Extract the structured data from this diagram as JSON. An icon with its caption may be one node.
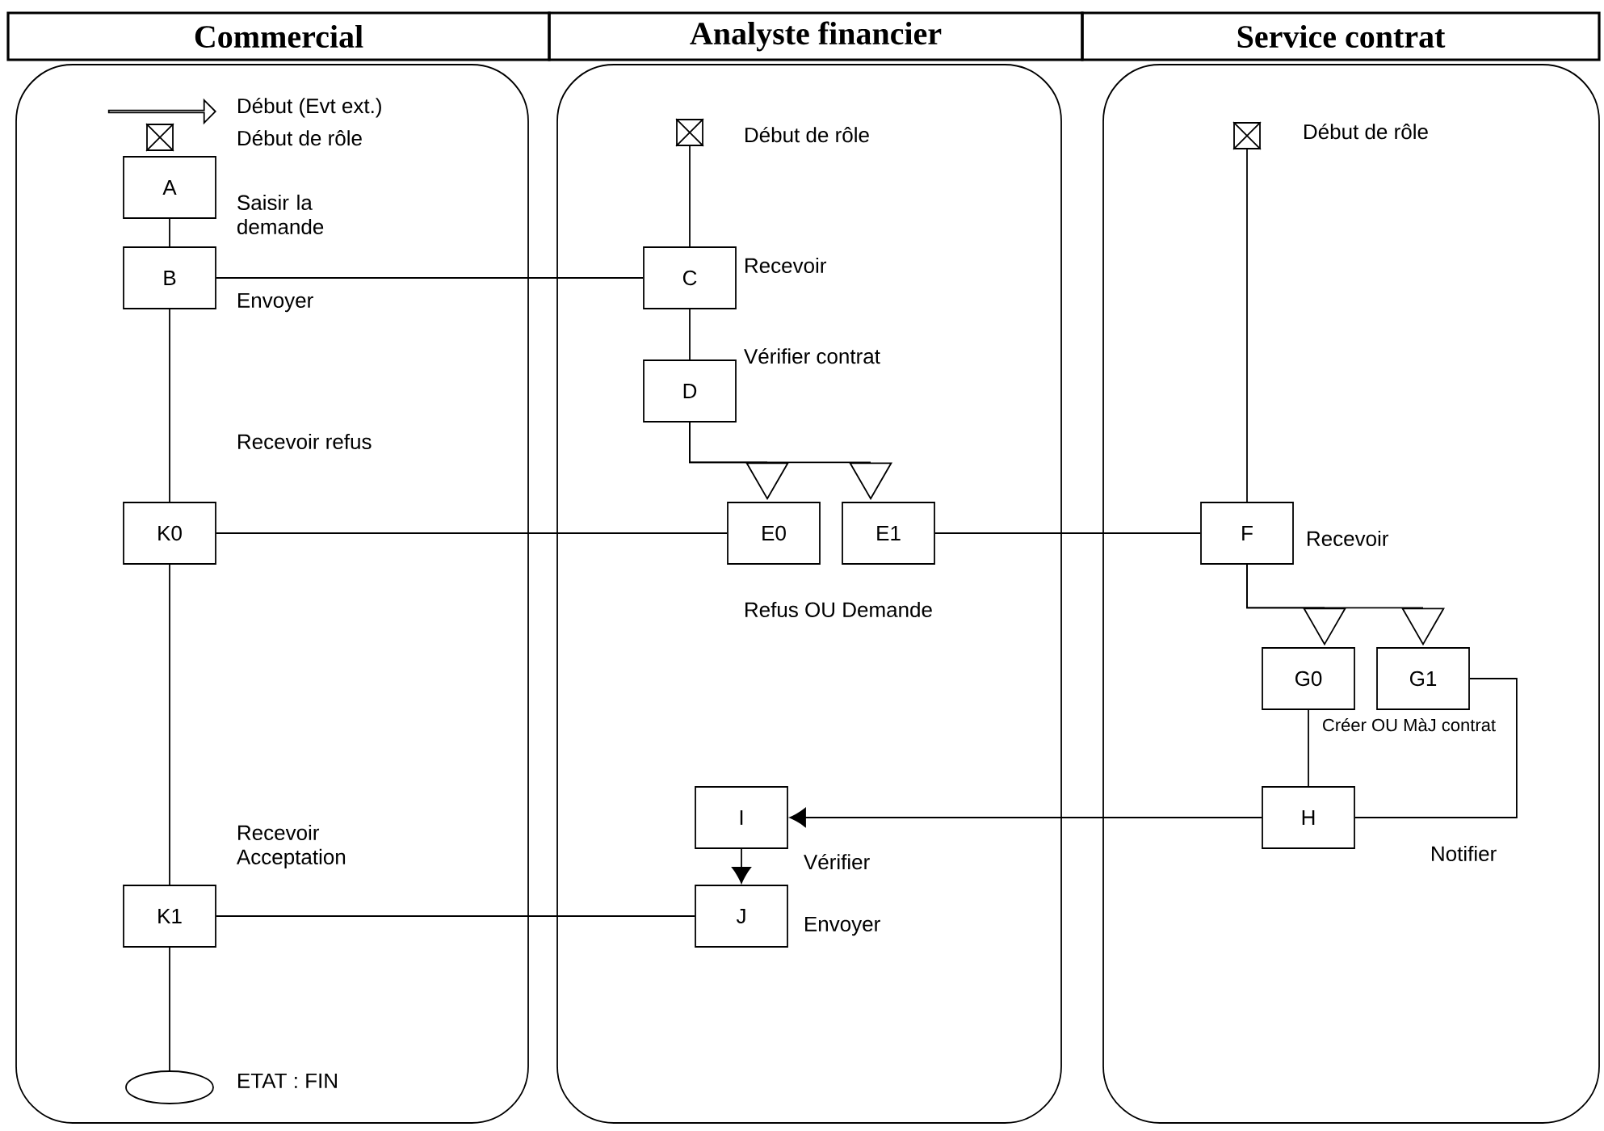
{
  "diagram": {
    "nodes": [
      {
        "text": [
          "Commercial"
        ]
      },
      {
        "text": [
          "Analyste financier"
        ]
      },
      {
        "text": [
          "Service contrat"
        ]
      },
      {
        "text": [],
        "shape": "arrow",
        "in": 0,
        "beside": [
          "Début (Evt ext.)"
        ]
      },
      {
        "text": [],
        "shape": "box",
        "in": 0
      },
      {
        "text": [
          "A"
        ],
        "in": 0,
        "beside": [
          "Saisir la demande"
        ]
      },
      {
        "text": [
          "B"
        ],
        "in": 0,
        "beside": [
          "Envoyer"
        ]
      },
      {
        "text": [
          "K0"
        ],
        "in": 0,
        "beside": [
          "Recevoir refus"
        ]
      },
      {
        "text": [
          "K1"
        ],
        "in": 0,
        "beside": [
          "Recevoir Acceptation"
        ]
      },
      {
        "text": [],
        "shape": "ellipse",
        "in": 0,
        "beside": [
          "ETAT : FIN"
        ]
      },
      {
        "text": [],
        "shape": "box",
        "in": 1,
        "beside": [
          "Début de rôle"
        ]
      },
      {
        "text": [
          "C"
        ],
        "in": 1,
        "beside": [
          "Recevoir"
        ]
      },
      {
        "text": [
          "D"
        ],
        "in": 1,
        "beside": [
          "Vérifier contrat"
        ]
      },
      {
        "text": [],
        "shape": "triangle",
        "in": 1
      },
      {
        "text": [],
        "shape": "triangle",
        "in": 1
      },
      {
        "text": [
          "E0"
        ],
        "in": 1
      },
      {
        "text": [
          "E1"
        ],
        "in": 1
      },
      {
        "text": [
          "I"
        ],
        "in": 1,
        "beside": [
          "Vérifier"
        ]
      },
      {
        "text": [
          "J"
        ],
        "in": 1,
        "beside": [
          "Envoyer"
        ]
      },
      {
        "text": [],
        "shape": "box",
        "in": 2,
        "beside": [
          "Début de rôle"
        ]
      },
      {
        "text": [
          "F"
        ],
        "in": 2,
        "beside": [
          "Recevoir"
        ]
      },
      {
        "text": [],
        "shape": "triangle",
        "in": 2
      },
      {
        "text": [],
        "shape": "triangle",
        "in": 2
      },
      {
        "text": [
          "G0"
        ],
        "in": 2
      },
      {
        "text": [
          "G1"
        ],
        "in": 2
      },
      {
        "text": [
          "H"
        ],
        "in": 2,
        "beside": [
          "Notifier"
        ]
      }
    ],
    "edges": [
      {
        "from": 5,
        "to": 6,
        "arrow": "none"
      },
      {
        "from": 6,
        "to": 11,
        "arrow": "none"
      },
      {
        "from": 6,
        "to": 7,
        "arrow": "none"
      },
      {
        "from": 7,
        "to": 15,
        "arrow": "none"
      },
      {
        "from": 7,
        "to": 8,
        "arrow": "none"
      },
      {
        "from": 8,
        "to": 9,
        "arrow": "none"
      },
      {
        "from": 10,
        "to": 11,
        "arrow": "none"
      },
      {
        "from": 11,
        "to": 12,
        "arrow": "none"
      },
      {
        "from": 12,
        "to": 13,
        "arrow": "none"
      },
      {
        "from": 12,
        "to": 14,
        "arrow": "none"
      },
      {
        "from": 16,
        "to": 20,
        "arrow": "none"
      },
      {
        "from": 19,
        "to": 20,
        "arrow": "none"
      },
      {
        "from": 20,
        "to": 21,
        "arrow": "none"
      },
      {
        "from": 20,
        "to": 22,
        "arrow": "none"
      },
      {
        "from": 23,
        "to": 25,
        "arrow": "none"
      },
      {
        "from": 24,
        "to": 25,
        "arrow": "none"
      },
      {
        "from": 25,
        "to": 17,
        "arrow": "to"
      },
      {
        "from": 17,
        "to": 18,
        "arrow": "to"
      },
      {
        "from": 18,
        "to": 8,
        "arrow": "none"
      }
    ],
    "labels": [
      "Début de rôle",
      "Refus OU Demande",
      "Créer OU MàJ contrat"
    ]
  }
}
